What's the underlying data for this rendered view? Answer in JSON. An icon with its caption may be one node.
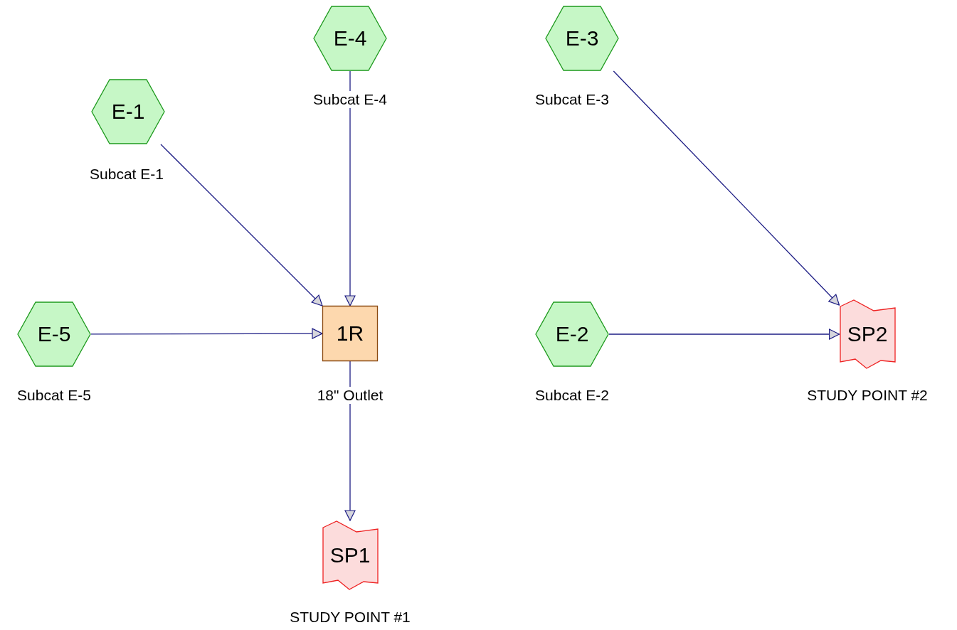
{
  "diagram": {
    "nodes": [
      {
        "text": [
          "E-4"
        ],
        "beside": [
          "Subcat E-4"
        ]
      },
      {
        "text": [
          "E-3"
        ],
        "beside": [
          "Subcat E-3"
        ]
      },
      {
        "text": [
          "E-1"
        ],
        "beside": [
          "Subcat E-1"
        ]
      },
      {
        "text": [
          "E-5"
        ],
        "beside": [
          "Subcat E-5"
        ]
      },
      {
        "text": [
          "1R"
        ],
        "beside": [
          "18\" Outlet"
        ]
      },
      {
        "text": [
          "E-2"
        ],
        "beside": [
          "Subcat E-2"
        ]
      },
      {
        "text": [
          "SP2"
        ],
        "beside": [
          "STUDY POINT #2"
        ]
      },
      {
        "text": [
          "SP1"
        ],
        "beside": [
          "STUDY POINT #1"
        ]
      }
    ],
    "edges": [
      {
        "from": 2,
        "to": 4,
        "arrow": "to"
      },
      {
        "from": 0,
        "to": 4,
        "arrow": "to"
      },
      {
        "from": 3,
        "to": 4,
        "arrow": "to"
      },
      {
        "from": 4,
        "to": 7,
        "arrow": "to"
      },
      {
        "from": 1,
        "to": 6,
        "arrow": "to"
      },
      {
        "from": 5,
        "to": 6,
        "arrow": "to"
      }
    ]
  }
}
